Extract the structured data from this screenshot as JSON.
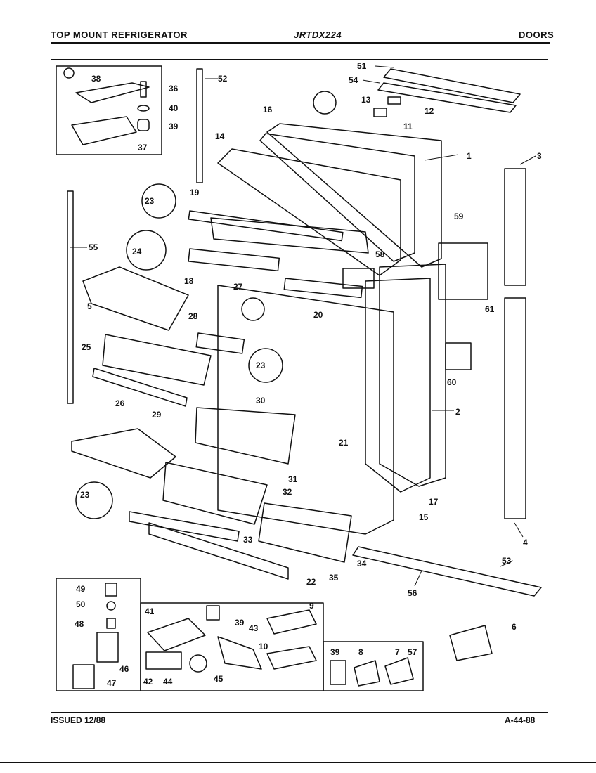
{
  "header": {
    "left": "TOP MOUNT REFRIGERATOR",
    "center": "JRTDX224",
    "right": "DOORS"
  },
  "footer": {
    "left": "ISSUED 12/88",
    "right": "A-44-88"
  },
  "callouts": {
    "c1": "1",
    "c2": "2",
    "c3": "3",
    "c4": "4",
    "c5": "5",
    "c6": "6",
    "c7": "7",
    "c8": "8",
    "c9": "9",
    "c10": "10",
    "c11": "11",
    "c12": "12",
    "c13": "13",
    "c14": "14",
    "c15": "15",
    "c16": "16",
    "c17": "17",
    "c18": "18",
    "c19": "19",
    "c20": "20",
    "c21": "21",
    "c22": "22",
    "c23": "23",
    "c24": "24",
    "c25": "25",
    "c26": "26",
    "c27": "27",
    "c28": "28",
    "c29": "29",
    "c30": "30",
    "c31": "31",
    "c32": "32",
    "c33": "33",
    "c34": "34",
    "c35": "35",
    "c36": "36",
    "c37": "37",
    "c38": "38",
    "c39": "39",
    "c40": "40",
    "c41": "41",
    "c42": "42",
    "c43": "43",
    "c44": "44",
    "c45": "45",
    "c46": "46",
    "c47": "47",
    "c48": "48",
    "c49": "49",
    "c50": "50",
    "c51": "51",
    "c52": "52",
    "c53": "53",
    "c54": "54",
    "c55": "55",
    "c56": "56",
    "c57": "57",
    "c58": "58",
    "c59": "59",
    "c60": "60",
    "c61": "61"
  }
}
